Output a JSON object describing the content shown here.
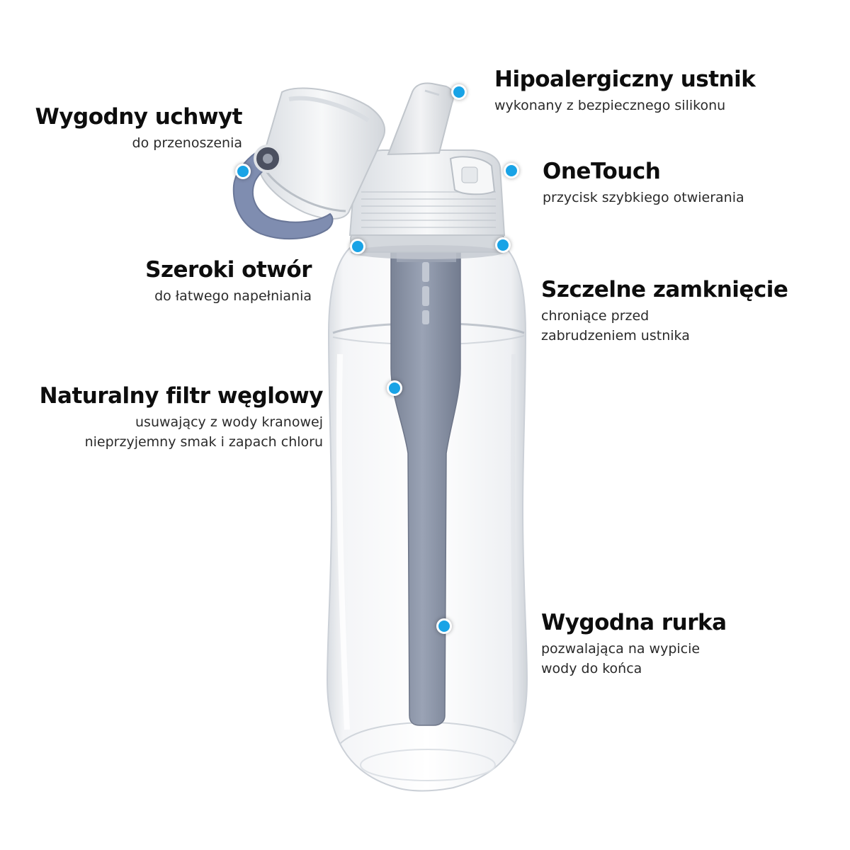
{
  "colors": {
    "marker": "#19a3e6",
    "filter": "#8c95a8",
    "strap": "#7f8db0",
    "cap": "#eef0f2",
    "text": "#0d0d0d"
  },
  "features": [
    {
      "id": "handle",
      "title": "Wygodny uchwyt",
      "desc": "do przenoszenia"
    },
    {
      "id": "mouthpiece",
      "title": "Hipoalergiczny ustnik",
      "desc": "wykonany z bezpiecznego silikonu"
    },
    {
      "id": "onetouch",
      "title": "OneTouch",
      "desc": "przycisk szybkiego otwierania"
    },
    {
      "id": "wide-opening",
      "title": "Szeroki otwór",
      "desc": "do łatwego napełniania"
    },
    {
      "id": "seal",
      "title": "Szczelne zamknięcie",
      "desc_lines": [
        "chroniące przed",
        "zabrudzeniem ustnika"
      ]
    },
    {
      "id": "carbon-filter",
      "title": "Naturalny filtr węglowy",
      "desc_lines": [
        "usuwający z wody kranowej",
        "nieprzyjemny smak i zapach chloru"
      ]
    },
    {
      "id": "straw",
      "title": "Wygodna rurka",
      "desc_lines": [
        "pozwalająca na wypicie",
        "wody do końca"
      ]
    }
  ]
}
